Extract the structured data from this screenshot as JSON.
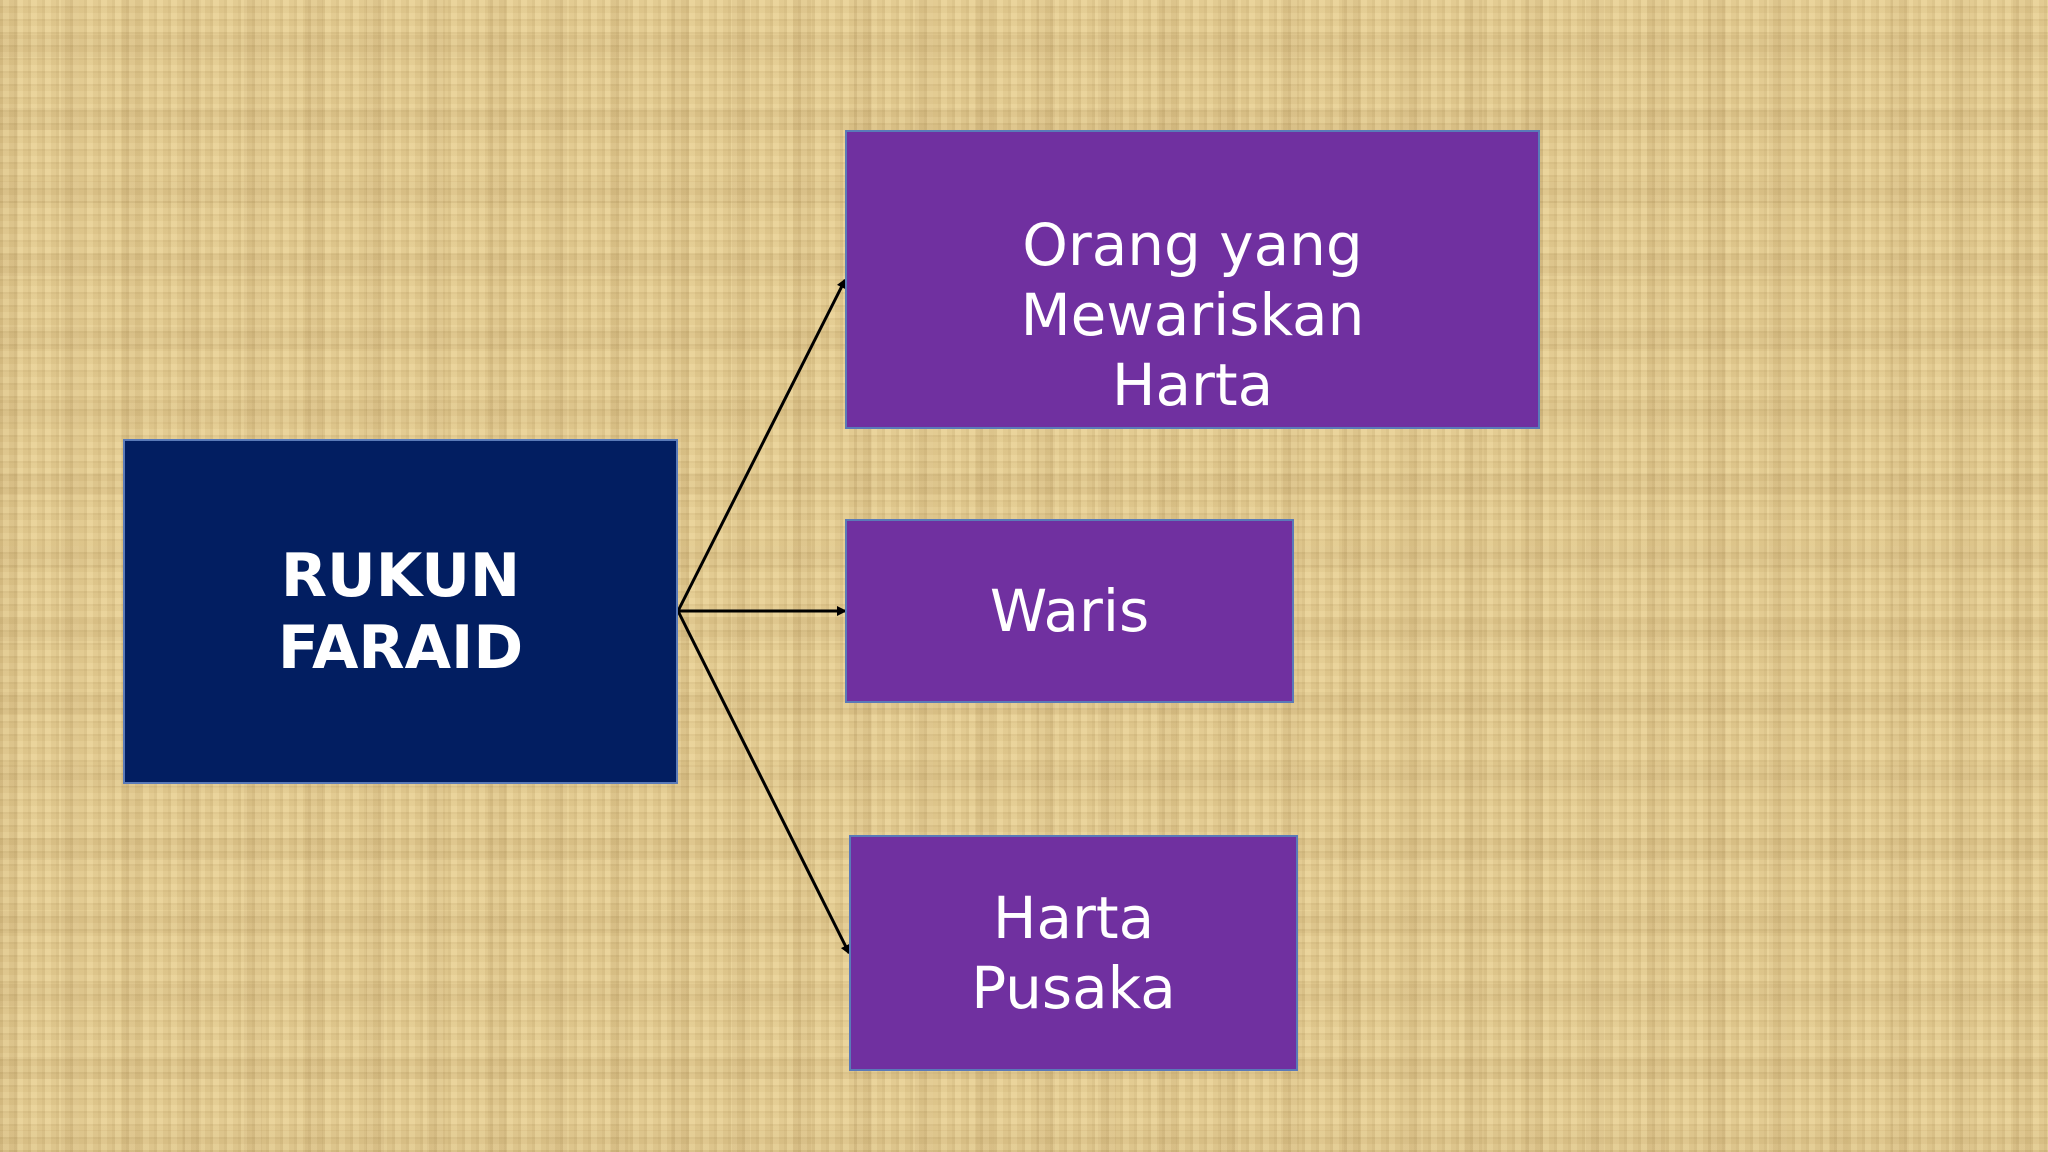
{
  "diagram": {
    "root": {
      "label": "RUKUN\nFARAID",
      "color": "#021e61"
    },
    "children": [
      {
        "label": "Orang yang Mewariskan\nHarta",
        "color": "#7030a0"
      },
      {
        "label": "Waris",
        "color": "#7030a0"
      },
      {
        "label": "Harta\nPusaka",
        "color": "#7030a0"
      }
    ],
    "edges": [
      {
        "from": "root",
        "to": "children.0"
      },
      {
        "from": "root",
        "to": "children.1"
      },
      {
        "from": "root",
        "to": "children.2"
      }
    ]
  }
}
